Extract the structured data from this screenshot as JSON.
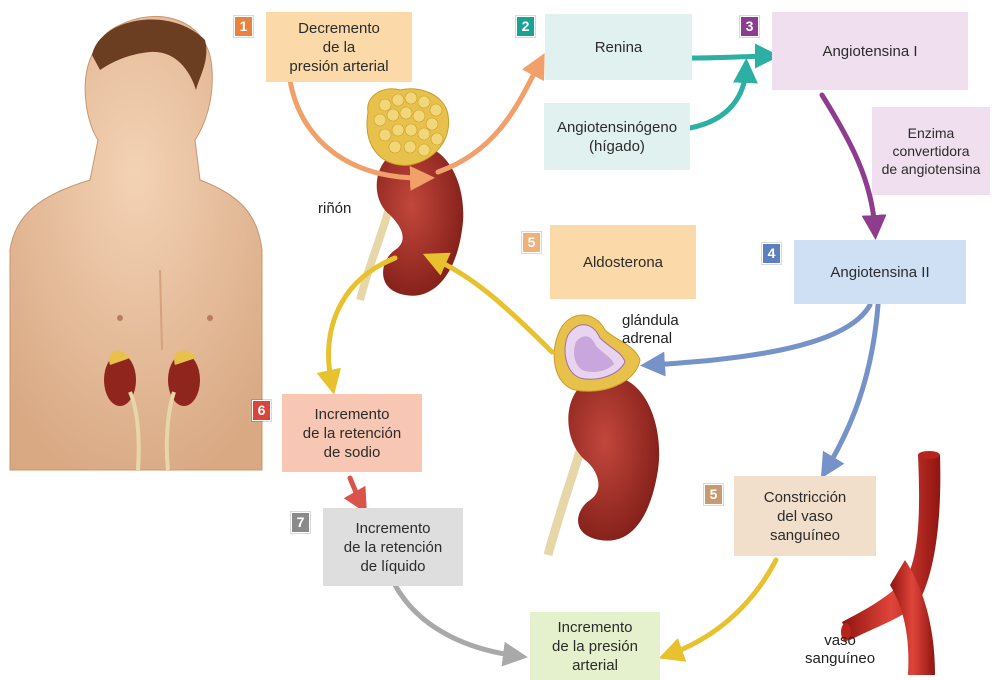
{
  "colors": {
    "step1": "#e8823f",
    "step2": "#1aa394",
    "step3": "#8c3d8f",
    "step4": "#5b7fbf",
    "step5": "#c89a70",
    "step6": "#d9443b",
    "step7": "#8a8a8a",
    "arrow_orange": "#f0a068",
    "arrow_teal": "#2bb0a3",
    "arrow_purple": "#8e3c8e",
    "arrow_blue": "#7593c8",
    "arrow_yellow": "#e8c22e",
    "arrow_gray": "#a9a9a9",
    "arrow_red": "#d9544a",
    "kidney": "#9e2a22",
    "fat": "#e8c14a",
    "skin": "#e9c2a0",
    "vessel": "#c8281e"
  },
  "steps": {
    "s1": {
      "num": "1",
      "text": "Decremento\nde la\npresión arterial"
    },
    "s2": {
      "num": "2",
      "text": "Renina"
    },
    "s2b": {
      "text": "Angiotensinógeno\n(hígado)"
    },
    "s3": {
      "num": "3",
      "text": "Angiotensina I"
    },
    "enzyme": {
      "text": "Enzima\nconvertidora\nde angiotensina"
    },
    "s4": {
      "num": "4",
      "text": "Angiotensina II"
    },
    "s5a": {
      "num": "5",
      "text": "Aldosterona"
    },
    "s5b": {
      "num": "5",
      "text": "Constricción\ndel vaso\nsanguíneo"
    },
    "s6": {
      "num": "6",
      "text": "Incremento\nde la retención\nde sodio"
    },
    "s7": {
      "num": "7",
      "text": "Incremento\nde la retención\nde líquido"
    },
    "final": {
      "text": "Incremento\nde la presión\narterial"
    }
  },
  "labels": {
    "kidney": "riñón",
    "adrenal": "glándula\nadrenal",
    "vessel": "vaso\nsanguíneo"
  }
}
